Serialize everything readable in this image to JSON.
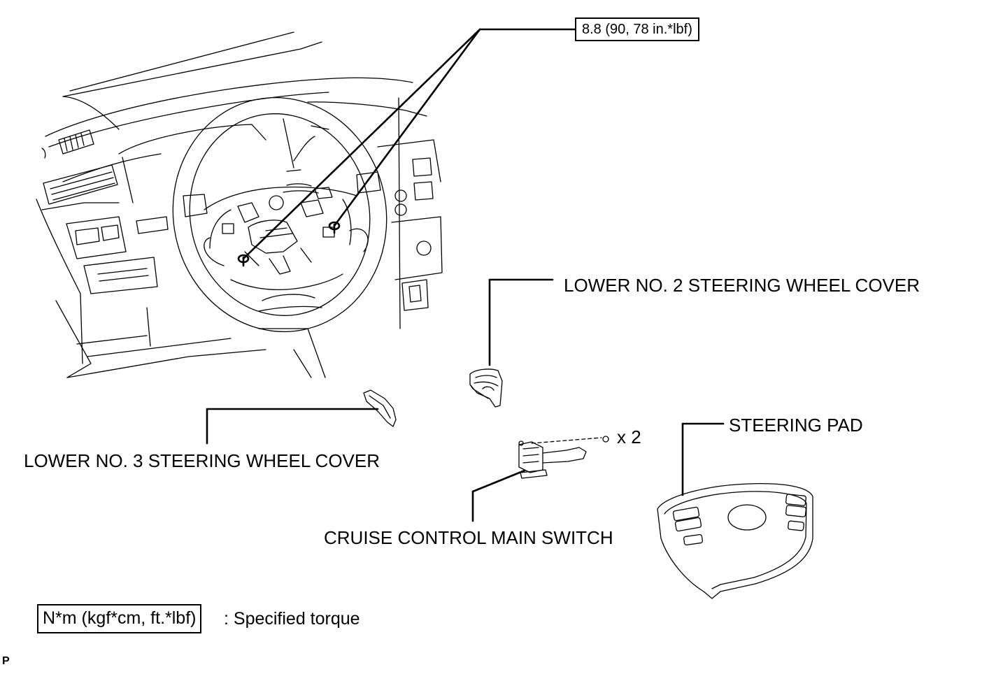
{
  "labels": {
    "torque_value": "8.8 (90, 78 in.*lbf)",
    "lower_no2_cover": "LOWER NO. 2 STEERING WHEEL COVER",
    "lower_no3_cover": "LOWER NO. 3 STEERING WHEEL COVER",
    "steering_pad": "STEERING PAD",
    "cruise_switch": "CRUISE CONTROL MAIN SWITCH",
    "screw_qty": "x 2"
  },
  "legend": {
    "unit_box": "N*m (kgf*cm, ft.*lbf)",
    "description": ": Specified torque"
  },
  "corner_mark": "P"
}
